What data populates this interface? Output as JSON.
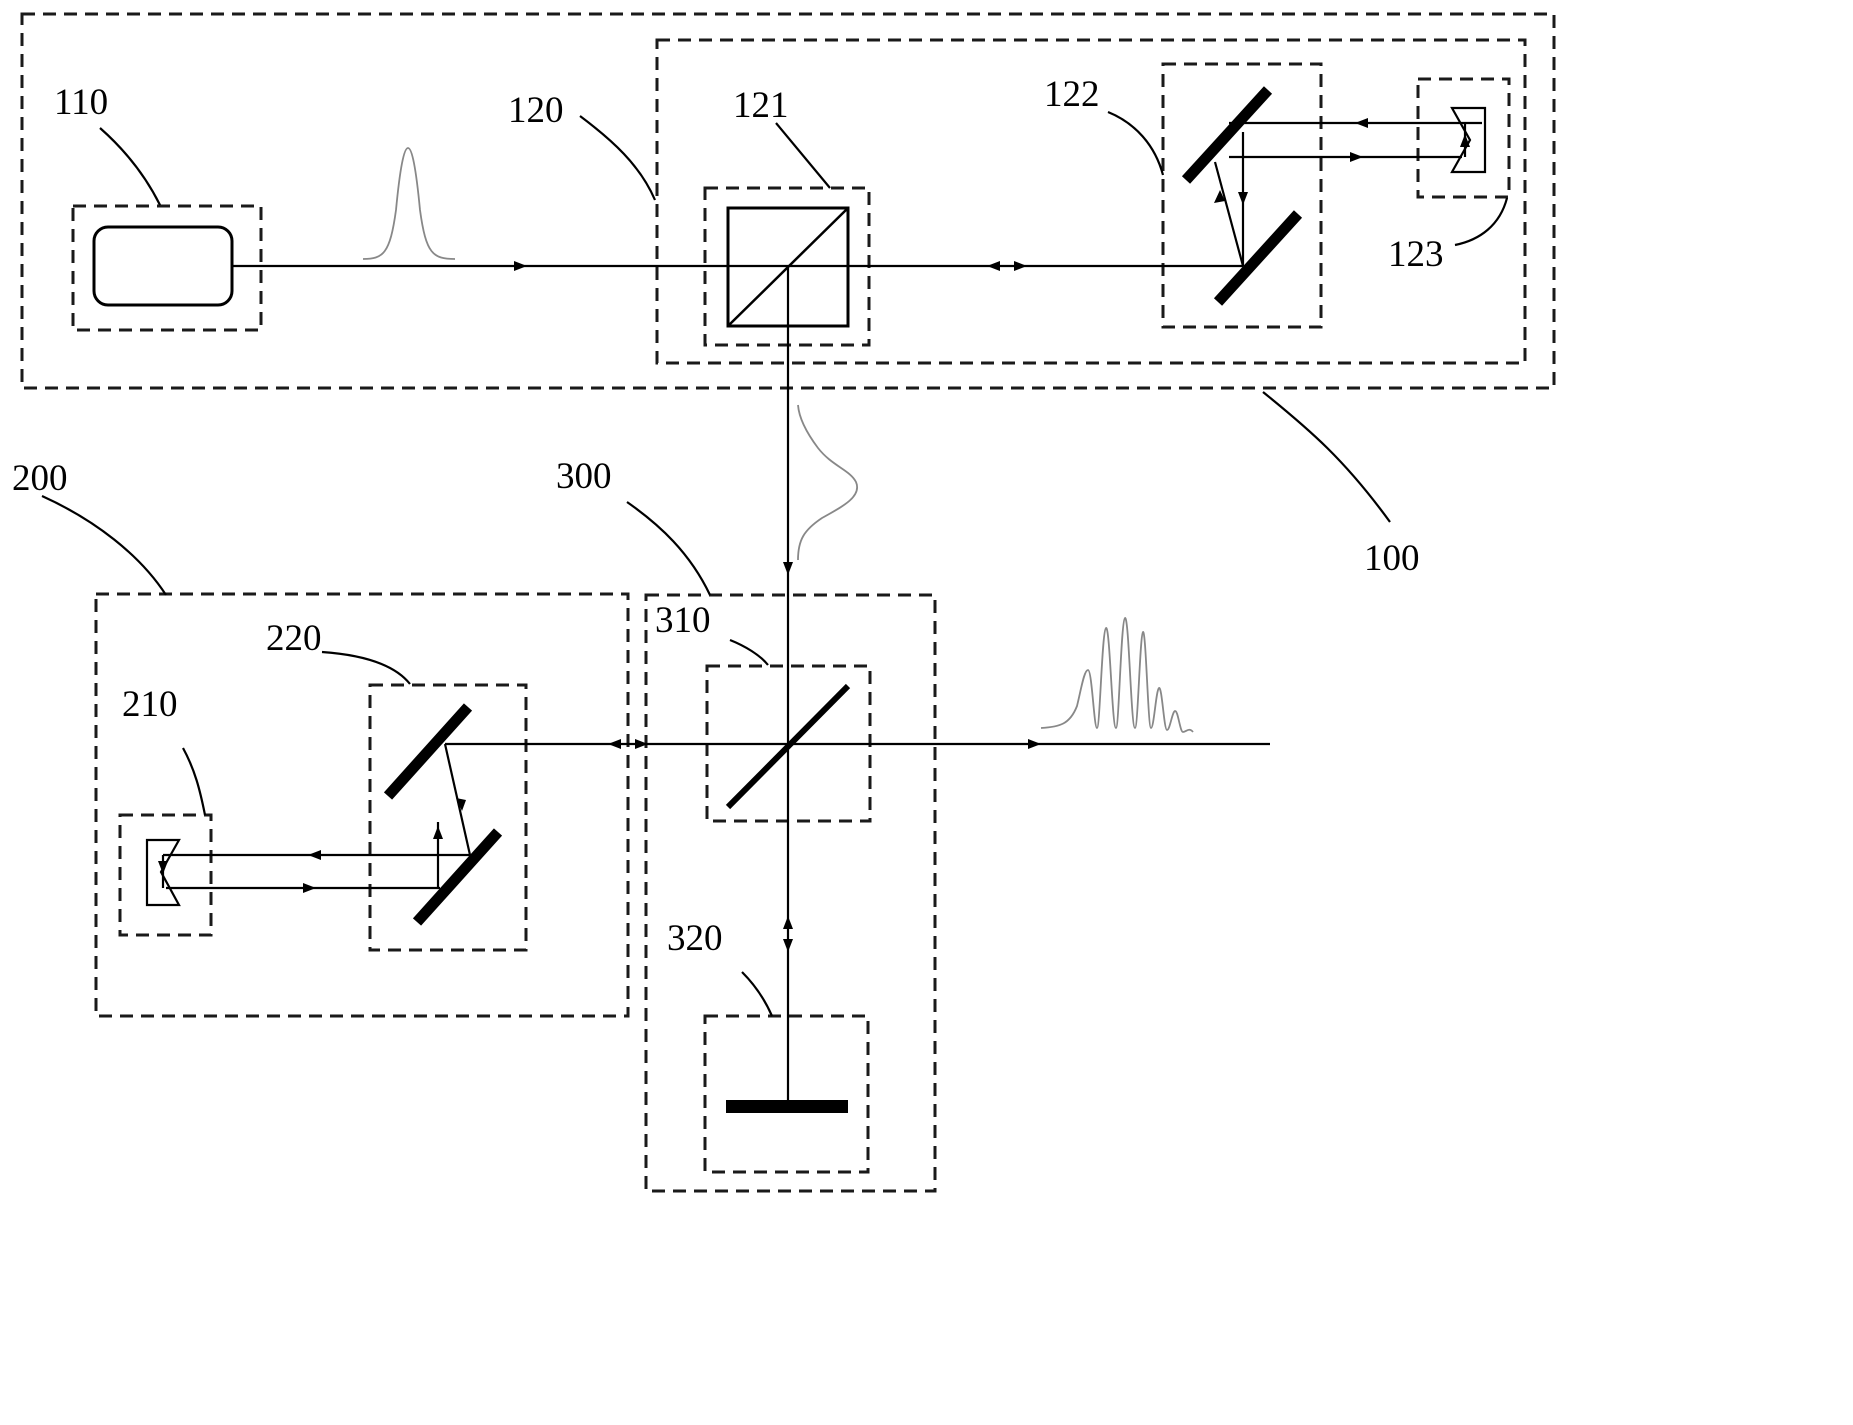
{
  "labels": {
    "system": "100",
    "source": "110",
    "stretcher": "120",
    "splitter": "121",
    "mirror_pair_1": "122",
    "retroreflector_1": "123",
    "delay_module": "200",
    "retroreflector_2": "210",
    "mirror_pair_2": "220",
    "combiner_module": "300",
    "beam_combiner": "310",
    "end_mirror": "320"
  }
}
